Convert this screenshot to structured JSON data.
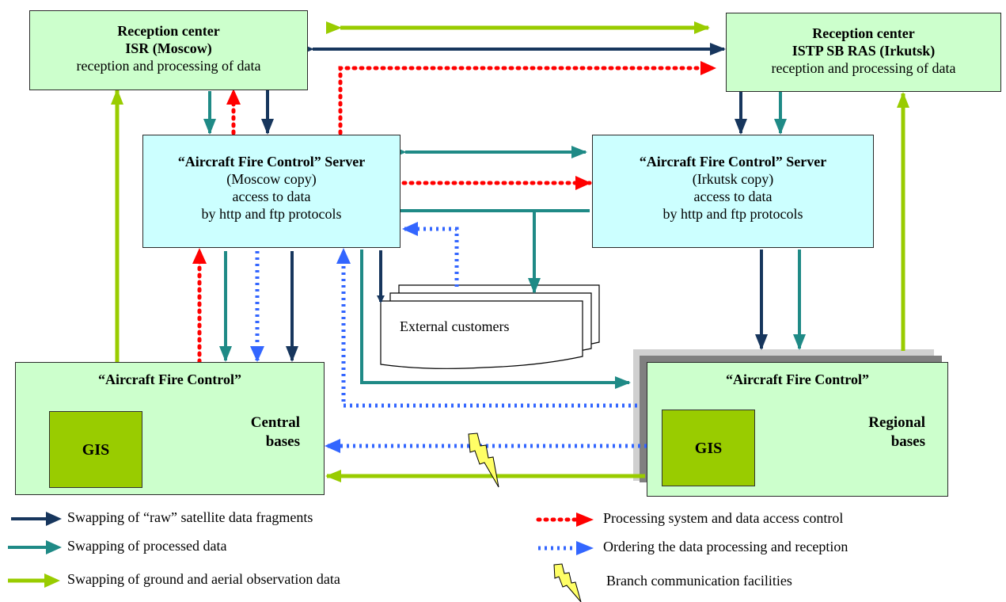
{
  "moscow_center": {
    "title_line1": "Reception center",
    "title_line2": "ISR (Moscow)",
    "line3": "reception and processing of data"
  },
  "irkutsk_center": {
    "title_line1": "Reception center",
    "title_line2": "ISTP SB RAS (Irkutsk)",
    "line3": "reception and processing of data"
  },
  "moscow_server": {
    "title": "“Aircraft Fire Control” Server",
    "line2": "(Moscow copy)",
    "line3": "access to data",
    "line4": "by http and ftp protocols"
  },
  "irkutsk_server": {
    "title": "“Aircraft Fire Control” Server",
    "line2": "(Irkutsk copy)",
    "line3": "access to data",
    "line4": "by http and ftp protocols"
  },
  "external_customers": "External customers",
  "central_bases": {
    "title": "“Aircraft Fire Control”",
    "gis": "GIS",
    "label_line1": "Central",
    "label_line2": "bases"
  },
  "regional_bases": {
    "title": "“Aircraft Fire Control”",
    "gis": "GIS",
    "label_line1": "Regional",
    "label_line2": "bases"
  },
  "legend": {
    "raw": "Swapping of “raw” satellite data fragments",
    "processed": "Swapping of processed data",
    "ground": "Swapping of ground and aerial observation data",
    "control": "Processing system and data access control",
    "ordering": "Ordering the data processing and reception",
    "branch": "Branch communication facilities"
  },
  "colors": {
    "raw": "#17365d",
    "processed": "#1f8a86",
    "ground": "#99cc00",
    "control": "#ff0000",
    "ordering": "#3366ff",
    "lightning": "#ffff66"
  }
}
